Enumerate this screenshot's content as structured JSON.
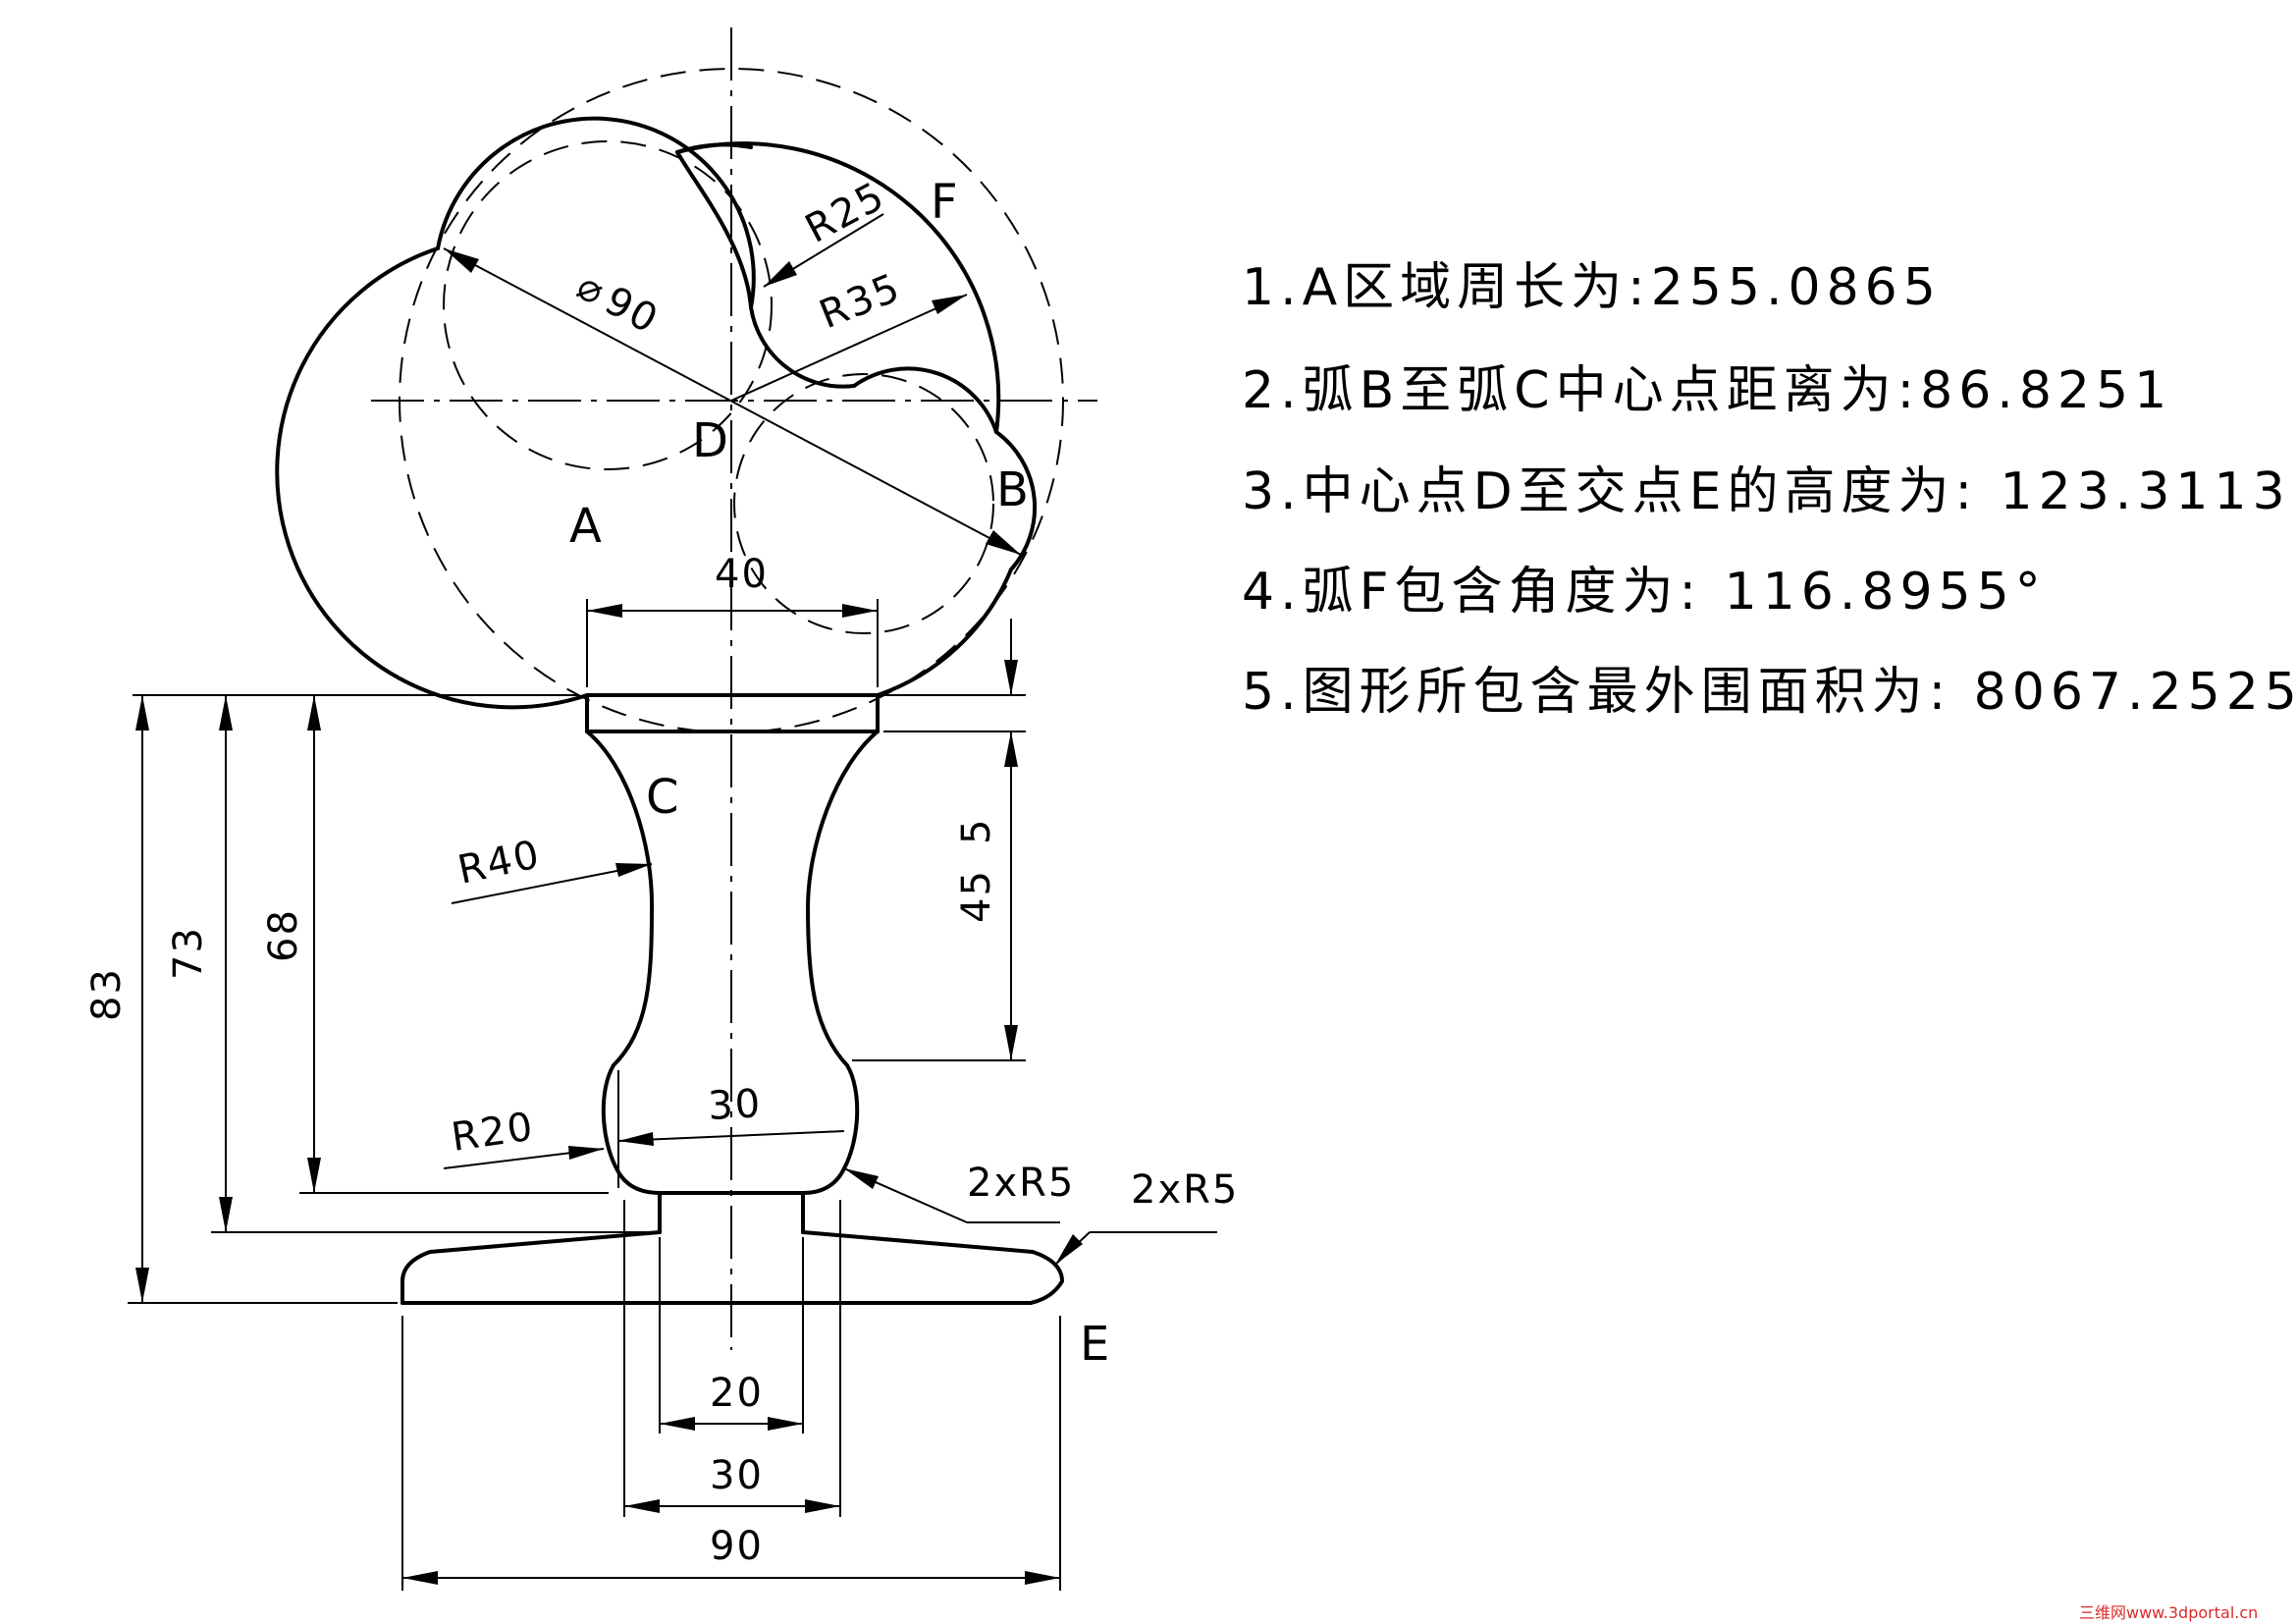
{
  "labels": {
    "A": "A",
    "B": "B",
    "C": "C",
    "D": "D",
    "E": "E",
    "F": "F"
  },
  "dimensions": {
    "phi90": "90",
    "r25": "R25",
    "r35": "R35",
    "w40": "40",
    "h45": "45",
    "h5": "5",
    "r40": "R40",
    "r20": "R20",
    "w30_neck": "30",
    "r5_a": "2xR5",
    "r5_b": "2xR5",
    "h83": "83",
    "h73": "73",
    "h68": "68",
    "w20": "20",
    "w30_bottom": "30",
    "w90": "90"
  },
  "notes": [
    "1.A区域周长为:255.0865",
    "2.弧B至弧C中心点距离为:86.8251",
    "3.中心点D至交点E的高度为: 123.3113",
    "4.弧F包含角度为: 116.8955°",
    "5.图形所包含最外围面积为: 8067.2525"
  ],
  "watermark": "三维网www.3dportal.cn"
}
